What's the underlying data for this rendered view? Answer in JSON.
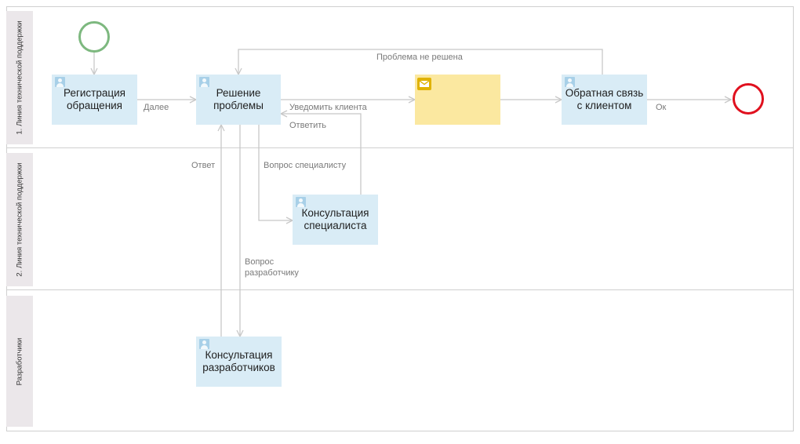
{
  "lanes": [
    {
      "label": "1. Линия технической поддержки"
    },
    {
      "label": "2. Линия технической поддержки"
    },
    {
      "label": "Разработчики"
    }
  ],
  "tasks": {
    "registration": "Регистрация\nобращения",
    "solve": "Решение\nпроблемы",
    "feedback": "Обратная связь\nс клиентом",
    "specialist": "Консультация\nспециалиста",
    "developers": "Консультация\nразработчиков"
  },
  "flows": {
    "next": "Далее",
    "notify": "Уведомить клиента",
    "reply": "Ответить",
    "not_solved": "Проблема не решена",
    "ok": "Ок",
    "ask_specialist": "Вопрос специалисту",
    "answer": "Ответ",
    "ask_developer": "Вопрос\nразработчику"
  },
  "colors": {
    "task_fill": "#d9ecf6",
    "message_fill": "#fbe8a0",
    "start_event": "#7db87f",
    "end_event": "#e0101e",
    "lane_header": "#ebe7ea",
    "flow_line": "#c8c8c8"
  },
  "icons": {
    "task": "user-icon",
    "message": "envelope-icon"
  }
}
